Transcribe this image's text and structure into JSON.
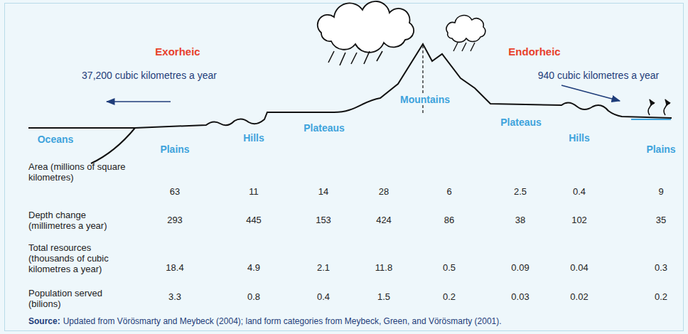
{
  "diagram": {
    "caption": "Updated from Vörösmarty and Meybeck (2004); land form categories from Meybeck, Green, and Vörösmarty (2001).",
    "labels": [
      "Exorheic",
      "Endorheic",
      "37,200 cubic kilometres a year",
      "940 cubic kilometres a year",
      "Oceans",
      "Plains",
      "Hills",
      "Plateaus",
      "Mountains",
      "Plateaus",
      "Hills",
      "Plains",
      "Area (millions of square kilometres)",
      "63",
      "11",
      "14",
      "28",
      "6",
      "2.5",
      "0.4",
      "9",
      "Depth change (millimetres a year)",
      "293",
      "445",
      "153",
      "424",
      "86",
      "38",
      "102",
      "35",
      "Total resources (thousands of cubic kilometres a year)",
      "18.4",
      "4.9",
      "2.1",
      "11.8",
      "0.5",
      "0.09",
      "0.04",
      "0.3",
      "Population served (bilions)",
      "3.3",
      "0.8",
      "0.4",
      "1.5",
      "0.2",
      "0.03",
      "0.02",
      "0.2",
      "Source:"
    ]
  }
}
